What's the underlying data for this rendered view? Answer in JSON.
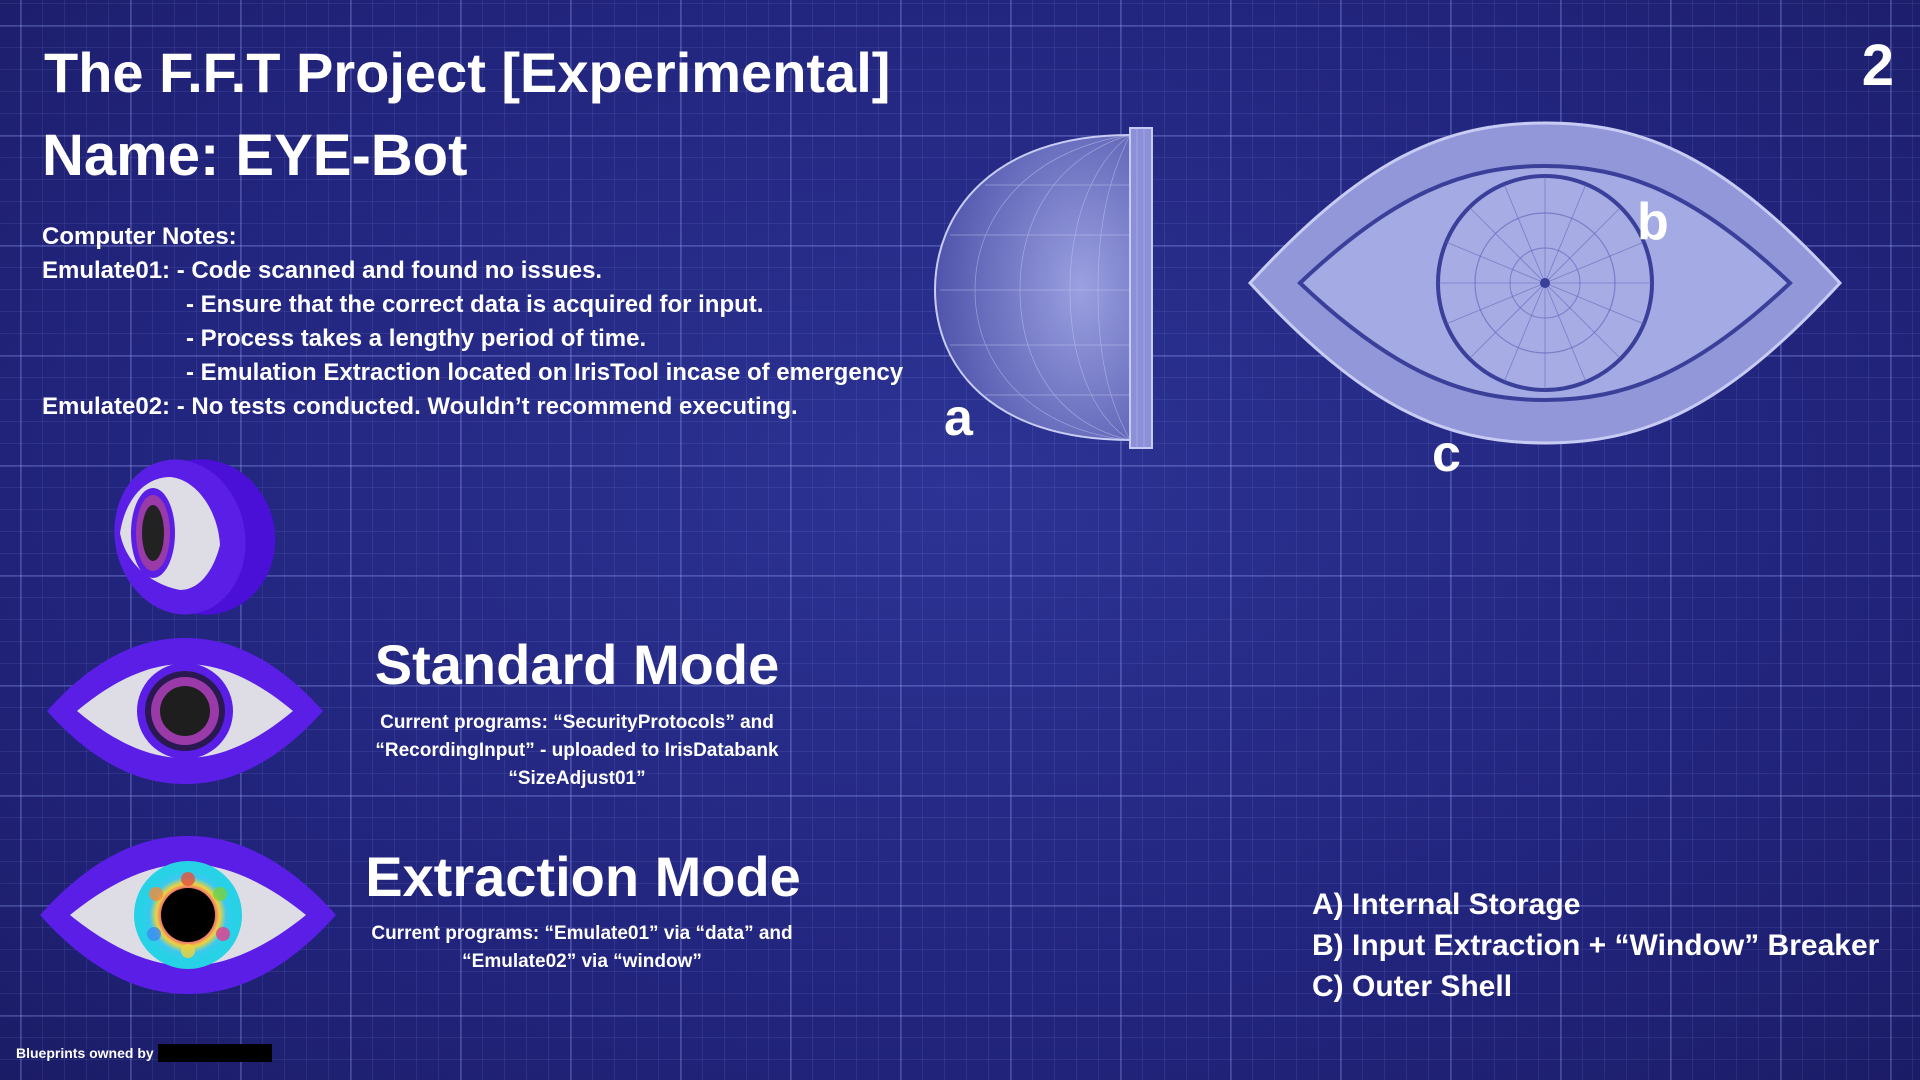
{
  "header": {
    "title": "The F.F.T Project [Experimental]",
    "name": "Name: EYE-Bot",
    "page_number": "2"
  },
  "notes": {
    "heading": "Computer Notes:",
    "lines": [
      "Emulate01: - Code scanned and found no issues.",
      "- Ensure that the correct data is acquired for input.",
      "- Process takes a lengthy period of time.",
      "- Emulation Extraction located on IrisTool incase of emergency",
      "Emulate02: - No tests conducted. Wouldn’t recommend executing."
    ]
  },
  "diagram_labels": {
    "a": "a",
    "b": "b",
    "c": "c"
  },
  "modes": {
    "standard": {
      "title": "Standard Mode",
      "desc": [
        "Current programs: “SecurityProtocols” and",
        "“RecordingInput” - uploaded to IrisDatabank",
        "“SizeAdjust01”"
      ]
    },
    "extraction": {
      "title": "Extraction Mode",
      "desc": [
        "Current programs: “Emulate01” via “data” and",
        "“Emulate02” via “window”"
      ]
    }
  },
  "legend": {
    "items": [
      "A) Internal Storage",
      "B) Input Extraction + “Window” Breaker",
      "C) Outer Shell"
    ]
  },
  "footer": {
    "text": "Blueprints owned by"
  },
  "colors": {
    "background": "#23257a",
    "eye_outline": "#5a1ee6",
    "sclera": "#dedde6",
    "wireframe": "#9ea4e6"
  }
}
